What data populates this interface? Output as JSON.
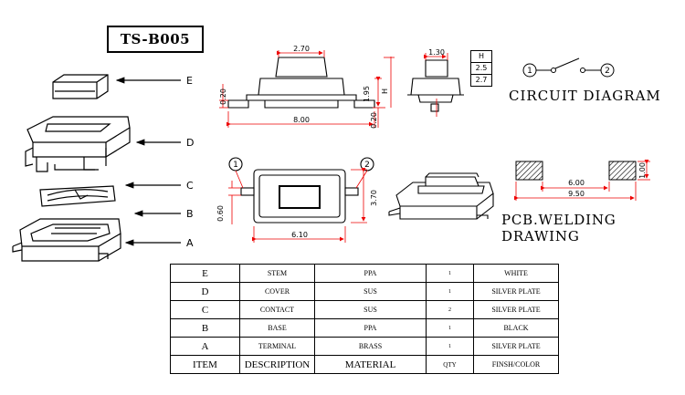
{
  "title": "TS-B005",
  "exploded_labels": [
    "E",
    "D",
    "C",
    "B",
    "A"
  ],
  "dimensions": {
    "top_width": "2.70",
    "total_length": "8.00",
    "left_small": "0.20",
    "right_small": "0.20",
    "height_value": "1.95",
    "height_letter": "H",
    "side_width": "1.30",
    "bottom_width": "6.10",
    "right_height": "3.70",
    "left_pin": "0.60",
    "pcb_inner": "6.00",
    "pcb_outer": "9.50",
    "pcb_pad": "1.00"
  },
  "height_table": [
    "H",
    "2.5",
    "2.7"
  ],
  "pin_labels": [
    "1",
    "2"
  ],
  "circuit_title": "CIRCUIT DIAGRAM",
  "pcb_title": "PCB.WELDING DRAWING",
  "bom": {
    "rows": [
      {
        "item": "E",
        "description": "STEM",
        "material": "PPA",
        "qty": "1",
        "finish": "WHITE"
      },
      {
        "item": "D",
        "description": "COVER",
        "material": "SUS",
        "qty": "1",
        "finish": "SILVER PLATE"
      },
      {
        "item": "C",
        "description": "CONTACT",
        "material": "SUS",
        "qty": "2",
        "finish": "SILVER PLATE"
      },
      {
        "item": "B",
        "description": "BASE",
        "material": "PPA",
        "qty": "1",
        "finish": "BLACK"
      },
      {
        "item": "A",
        "description": "TERMINAL",
        "material": "BRASS",
        "qty": "1",
        "finish": "SILVER PLATE"
      }
    ],
    "header": {
      "item": "ITEM",
      "description": "DESCRIPTION",
      "material": "MATERIAL",
      "qty": "QTY",
      "finish": "FINSH/COLOR"
    }
  }
}
